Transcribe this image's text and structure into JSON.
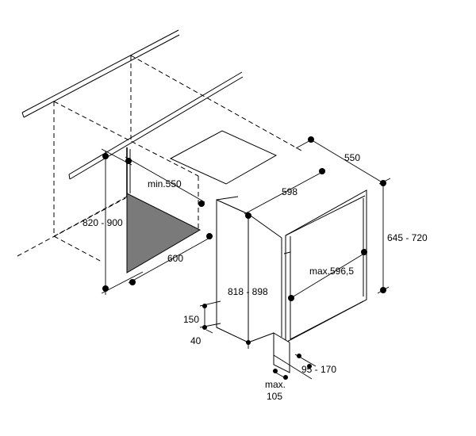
{
  "dimensions": {
    "depth": "550",
    "width_top": "598",
    "min_depth": "min.550",
    "cavity_height": "820 - 900",
    "cavity_width": "600",
    "door_height": "645 - 720",
    "max_width": "max.596,5",
    "body_height": "818 - 898",
    "plinth_height": "150",
    "plinth_offset": "40",
    "plinth_depth": "95 - 170",
    "max_label": "max.",
    "max_value": "105"
  },
  "icons": {
    "dimension_marker": "dimension-dot-icon"
  },
  "colors": {
    "cavity_fill": "#7a7a7a",
    "line": "#000000",
    "background": "#ffffff"
  }
}
